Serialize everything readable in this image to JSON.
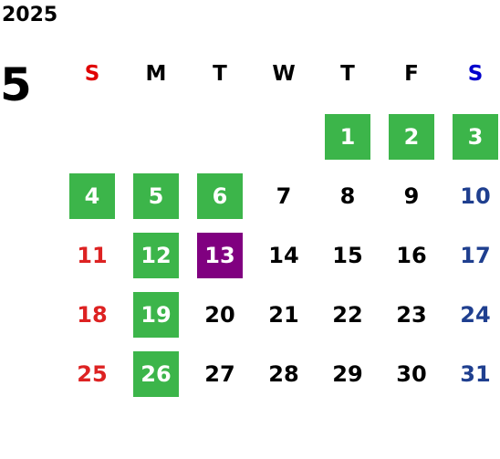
{
  "calendar": {
    "year": "2025",
    "month": "5",
    "weekdays": [
      "S",
      "M",
      "T",
      "W",
      "T",
      "F",
      "S"
    ],
    "first_weekday": 4,
    "days_in_month": 31,
    "colors": {
      "sunday_header": "#e00000",
      "saturday_header": "#0000cc",
      "header": "#000000",
      "sunday_day": "#dd2222",
      "saturday_day": "#1f3f8f",
      "weekday_day": "#000000",
      "holiday_bg": "#3cb54a",
      "today_bg": "#800080",
      "highlight_text": "#ffffff"
    },
    "holidays": [
      1,
      2,
      3,
      4,
      5,
      6,
      12,
      19,
      26
    ],
    "today": 13
  }
}
